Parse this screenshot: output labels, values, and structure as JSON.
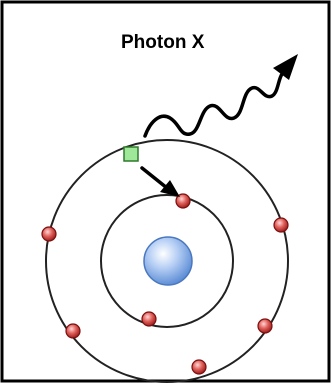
{
  "diagram": {
    "label": "Photon X",
    "nucleus": {
      "icon": "nucleus-icon",
      "color": "#8fb6ee"
    },
    "electron": {
      "icon": "electron-icon",
      "color": "#c0392b"
    },
    "orbits": [
      "inner-orbit",
      "outer-orbit"
    ],
    "photon": {
      "icon": "wavy-arrow-icon"
    },
    "transition": {
      "icon": "electron-jump-arrow-icon"
    },
    "marker": {
      "icon": "square-marker-icon",
      "color": "#90ee90"
    }
  }
}
